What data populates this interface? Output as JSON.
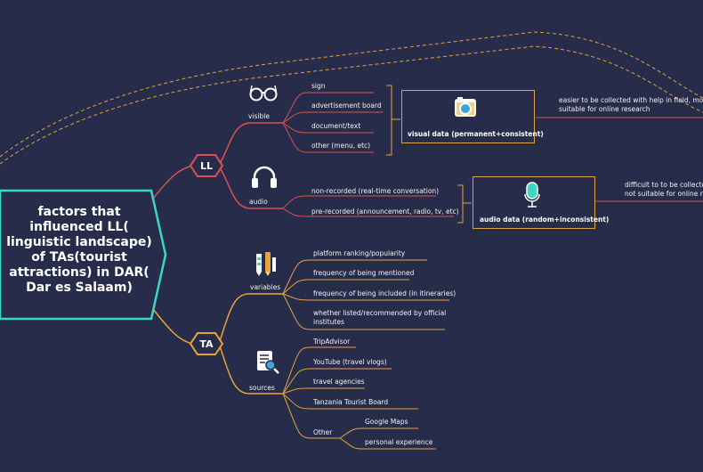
{
  "central": {
    "lines": [
      "factors that",
      "influenced LL(",
      "linguistic landscape)",
      "of TAs(tourist",
      "attractions) in DAR(",
      "Dar es Salaam)"
    ]
  },
  "ll": {
    "label": "LL",
    "visible": {
      "label": "visible",
      "icon": "glasses-icon",
      "items": [
        "sign",
        "advertisement board",
        "document/text",
        "other (menu, etc)"
      ],
      "summary": "visual data (permanent+consistent)",
      "summary_icon": "camera-icon",
      "note": "easier to be collected with help in field, more suitable for online research"
    },
    "audio": {
      "label": "audio",
      "icon": "headphones-icon",
      "items": [
        "non-recorded (real-time conversation)",
        "pre-recorded (announcement, radio, tv, etc)"
      ],
      "summary": "audio data (random+inconsistent)",
      "summary_icon": "microphone-icon",
      "note": "difficult to to be collected not suitable for online res"
    }
  },
  "ta": {
    "label": "TA",
    "variables": {
      "label": "variables",
      "icon": "pencils-icon",
      "items": [
        "platform ranking/popularity",
        "frequency of being mentioned",
        "frequency of being included (in itineraries)",
        "whether listed/recommended by official institutes"
      ]
    },
    "sources": {
      "label": "sources",
      "icon": "document-search-icon",
      "items": [
        "TripAdvisor",
        "YouTube (travel vlogs)",
        "travel agencies",
        "Tanzania Tourist Board"
      ],
      "other": {
        "label": "Other",
        "items": [
          "Google Maps",
          "personal experience"
        ]
      }
    }
  },
  "colors": {
    "background": "#272c4a",
    "ll_branch": "#d9534f",
    "ta_branch": "#e8a33d",
    "central_border": "#3ad9c2",
    "box_border": "#e0a341",
    "dashed": "#e0a341"
  }
}
